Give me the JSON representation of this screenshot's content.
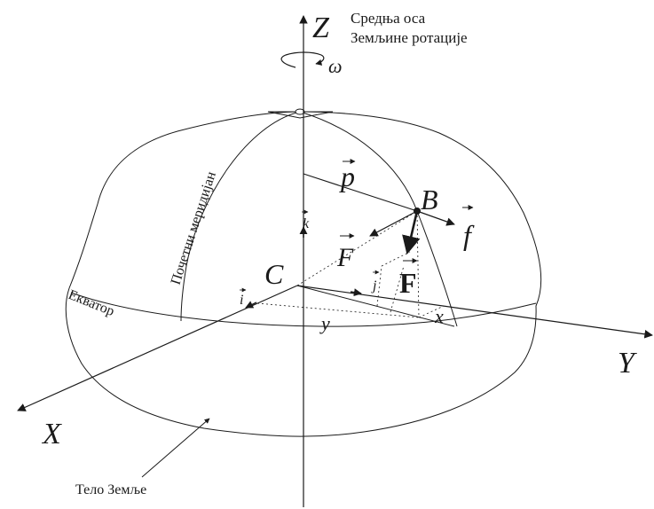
{
  "axes": {
    "z": "Z",
    "y": "Y",
    "x": "X"
  },
  "rotation_axis_caption": {
    "line1": "Средња оса",
    "line2": "Земљине ротације"
  },
  "omega": "ω",
  "points": {
    "center": "C",
    "b": "B"
  },
  "vectors": {
    "p": "p",
    "f_small": "f",
    "F_upper": "F",
    "F_bold": "F",
    "i": "i",
    "j": "j",
    "k": "k"
  },
  "coords": {
    "x": "x",
    "y": "y"
  },
  "labels": {
    "meridian": "Почетни меридијан",
    "equator": "Екватор",
    "body": "Тело Земље"
  },
  "colors": {
    "ink": "#1a1a1a"
  }
}
